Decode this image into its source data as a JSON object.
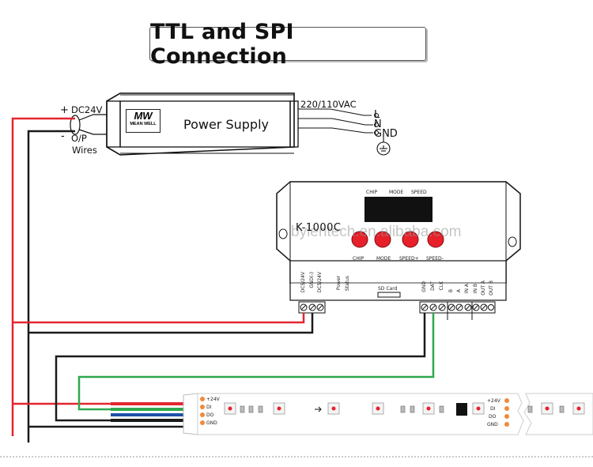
{
  "title": "TTL and SPI  Connection",
  "power_supply": {
    "label": "Power Supply",
    "brand_mark": "MW",
    "brand_name": "MEAN WELL",
    "input_label": "220/110VAC",
    "input_terminals": [
      "L",
      "N",
      "GND"
    ],
    "output_plus": "+",
    "output_voltage": "DC24V",
    "output_minus": "-",
    "output_wires_line1": "O/P",
    "output_wires_line2": "Wires"
  },
  "controller": {
    "model": "K-1000C",
    "display_labels": [
      "CHIP",
      "MODE",
      "SPEED"
    ],
    "buttons": [
      "CHIP",
      "MODE",
      "SPEED+",
      "SPEED-"
    ],
    "power_terminals": [
      "DC5/24V",
      "GND(-)",
      "DC5/24V"
    ],
    "power_led": "Power",
    "status_led": "Status",
    "sd_slot": "SD Card",
    "output_terminals": [
      "GND",
      "DAT",
      "CLK"
    ],
    "aux_terminals": [
      "B",
      "A",
      "IN A",
      "IN B",
      "OUT A",
      "OUT B"
    ]
  },
  "strip": {
    "pad_labels": [
      "+24V",
      "DI",
      "DO",
      "GND"
    ],
    "end_pad_labels": [
      "+24V",
      "DI",
      "DO",
      "GND"
    ]
  },
  "watermark": "bylentech.en.alibaba.com",
  "colors": {
    "red_wire": "#e3262f",
    "black_wire": "#1a1a1a",
    "green_wire": "#2fa84f",
    "blue_wire": "#1f4fa8",
    "button_red": "#e8202a",
    "pad_orange": "#f08a3c"
  }
}
